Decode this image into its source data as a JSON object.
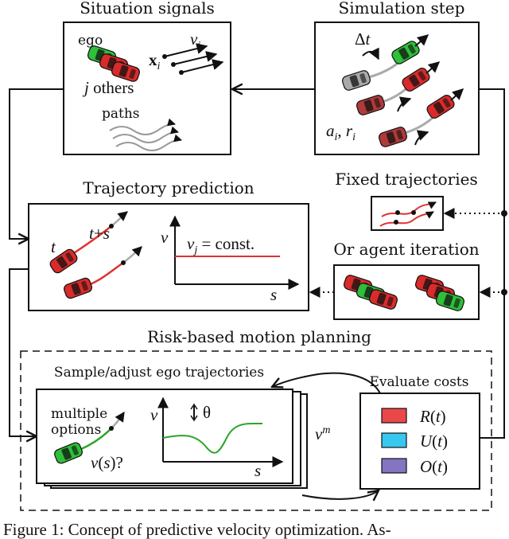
{
  "labels": {
    "situation_signals": "Situation signals",
    "simulation_step": "Simulation step",
    "trajectory_prediction": "Trajectory prediction",
    "fixed_trajectories": "Fixed trajectories",
    "or_agent_iteration": "Or agent iteration",
    "risk_based_planning": "Risk-based motion planning",
    "sample_adjust": "Sample/adjust ego trajectories",
    "evaluate_costs": "Evaluate costs",
    "ego": "ego",
    "j_others": "j others",
    "paths": "paths",
    "v_i": "v_i",
    "x_i": "x_i",
    "delta_t": "Δt",
    "a_i_r_i": "a_i, r_i",
    "t": "t",
    "t_plus_s": "t+s",
    "v_axis": "v",
    "s_axis": "s",
    "v_j_const": "v_j = const.",
    "multiple": "multiple",
    "options": "options",
    "v_of_s": "v(s)?",
    "theta": "θ",
    "v_m": "v^m",
    "cost_r": "R(t)",
    "cost_u": "U(t)",
    "cost_o": "O(t)",
    "caption": "Figure 1: Concept of predictive velocity optimization. As-"
  },
  "colors": {
    "red_car": "#d92b2b",
    "green_car": "#2fbf3a",
    "gray_car": "#a9a9a9",
    "cost_r": "#ea4848",
    "cost_u": "#38c8ef",
    "cost_o": "#8474c2",
    "prediction_line": "#e23030",
    "velocity_curve": "#2aa52a"
  },
  "icons": [
    "car-icon",
    "arrow-icon",
    "rotate-arrow-icon",
    "wavy-path-icon"
  ]
}
